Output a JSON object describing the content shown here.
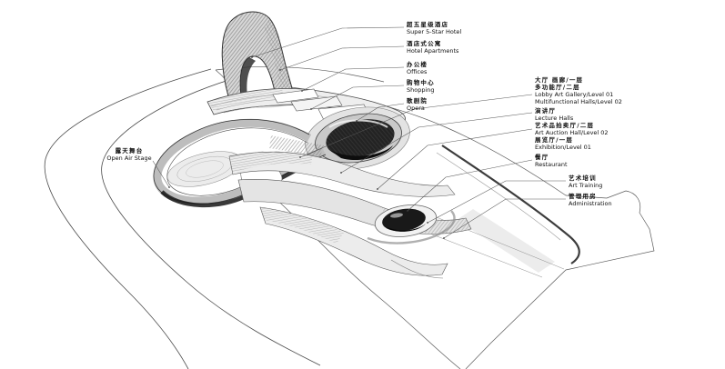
{
  "diagram": {
    "kind": "architectural-concept-axonometric-sketch",
    "background": "#ffffff"
  },
  "colors": {
    "ink": "#3a3a3a",
    "ink_dark": "#121212",
    "fill_light": "#ebebeb",
    "fill_mid": "#cccccc",
    "fill_dark": "#1d1d1d",
    "leader_line": "#5a5a5a",
    "label_text": "#0f0f0f"
  },
  "labels": [
    {
      "id": "super-5-star-hotel",
      "lines": [
        {
          "lang": "zh",
          "t": "超五星级酒店"
        },
        {
          "lang": "en",
          "t": "Super 5-Star Hotel"
        }
      ]
    },
    {
      "id": "hotel-apartments",
      "lines": [
        {
          "lang": "zh",
          "t": "酒店式公寓"
        },
        {
          "lang": "en",
          "t": "Hotel Apartments"
        }
      ]
    },
    {
      "id": "offices",
      "lines": [
        {
          "lang": "zh",
          "t": "办公楼"
        },
        {
          "lang": "en",
          "t": "Offices"
        }
      ]
    },
    {
      "id": "shopping",
      "lines": [
        {
          "lang": "zh",
          "t": "购物中心"
        },
        {
          "lang": "en",
          "t": "Shopping"
        }
      ]
    },
    {
      "id": "opera",
      "lines": [
        {
          "lang": "zh",
          "t": "歌剧院"
        },
        {
          "lang": "en",
          "t": "Opera"
        }
      ]
    },
    {
      "id": "lobby-gallery",
      "lines": [
        {
          "lang": "zh",
          "t": "大厅 画廊/一层"
        },
        {
          "lang": "zh",
          "t": "多功能厅/二层"
        },
        {
          "lang": "en",
          "t": "Lobby Art Gallery/Level 01"
        },
        {
          "lang": "en",
          "t": "Multifunctional Halls/Level 02"
        }
      ]
    },
    {
      "id": "lecture-halls",
      "lines": [
        {
          "lang": "zh",
          "t": "演讲厅"
        },
        {
          "lang": "en",
          "t": "Lecture Halls"
        }
      ]
    },
    {
      "id": "auction-exhibition",
      "lines": [
        {
          "lang": "zh",
          "t": "艺术品拍卖厅/二层"
        },
        {
          "lang": "en",
          "t": "Art Auction Hall/Level 02"
        },
        {
          "lang": "zh",
          "t": "展览厅/一层"
        },
        {
          "lang": "en",
          "t": "Exhibition/Level 01"
        }
      ]
    },
    {
      "id": "restaurant",
      "lines": [
        {
          "lang": "zh",
          "t": "餐厅"
        },
        {
          "lang": "en",
          "t": "Restaurant"
        }
      ]
    },
    {
      "id": "art-training",
      "lines": [
        {
          "lang": "zh",
          "t": "艺术培训"
        },
        {
          "lang": "en",
          "t": "Art Training"
        }
      ]
    },
    {
      "id": "administration",
      "lines": [
        {
          "lang": "zh",
          "t": "管理用房"
        },
        {
          "lang": "en",
          "t": "Administration"
        }
      ]
    },
    {
      "id": "open-air-stage",
      "lines": [
        {
          "lang": "zh",
          "t": "露天舞台"
        },
        {
          "lang": "en",
          "t": "Open Air Stage"
        }
      ]
    }
  ]
}
